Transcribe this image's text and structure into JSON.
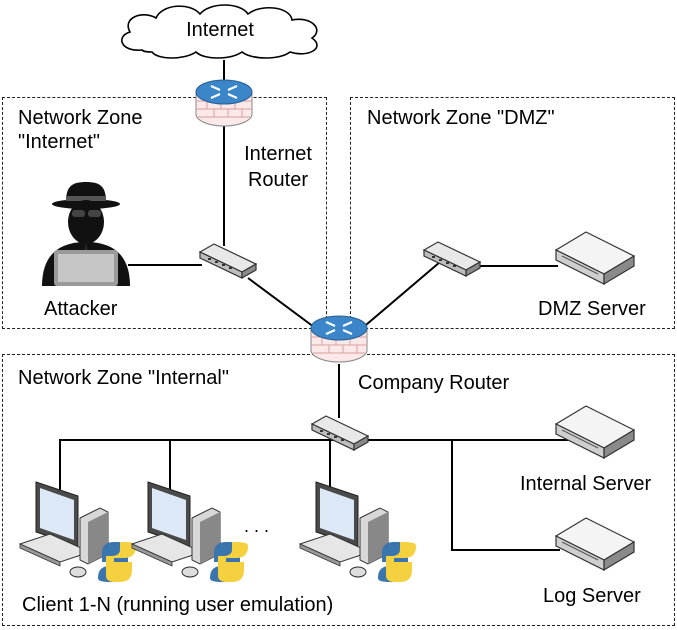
{
  "internet_cloud": {
    "label": "Internet"
  },
  "zones": {
    "internet": {
      "line1": "Network Zone",
      "line2": "\"Internet\""
    },
    "dmz": {
      "label": "Network Zone \"DMZ\""
    },
    "internal": {
      "label": "Network Zone \"Internal\""
    }
  },
  "routers": {
    "internet_router": {
      "line1": "Internet",
      "line2": "Router"
    },
    "company_router": {
      "label": "Company Router"
    }
  },
  "nodes": {
    "attacker": {
      "label": "Attacker"
    },
    "dmz_server": {
      "label": "DMZ Server"
    },
    "internal_server": {
      "label": "Internal Server"
    },
    "log_server": {
      "label": "Log Server"
    },
    "clients": {
      "label": "Client 1-N (running user emulation)",
      "ellipsis": ". . ."
    }
  },
  "colors": {
    "router_blue": "#3b86c8",
    "python_blue": "#3a75ae",
    "python_yellow": "#f5d03f",
    "monitor_screen": "#dce8f5"
  }
}
